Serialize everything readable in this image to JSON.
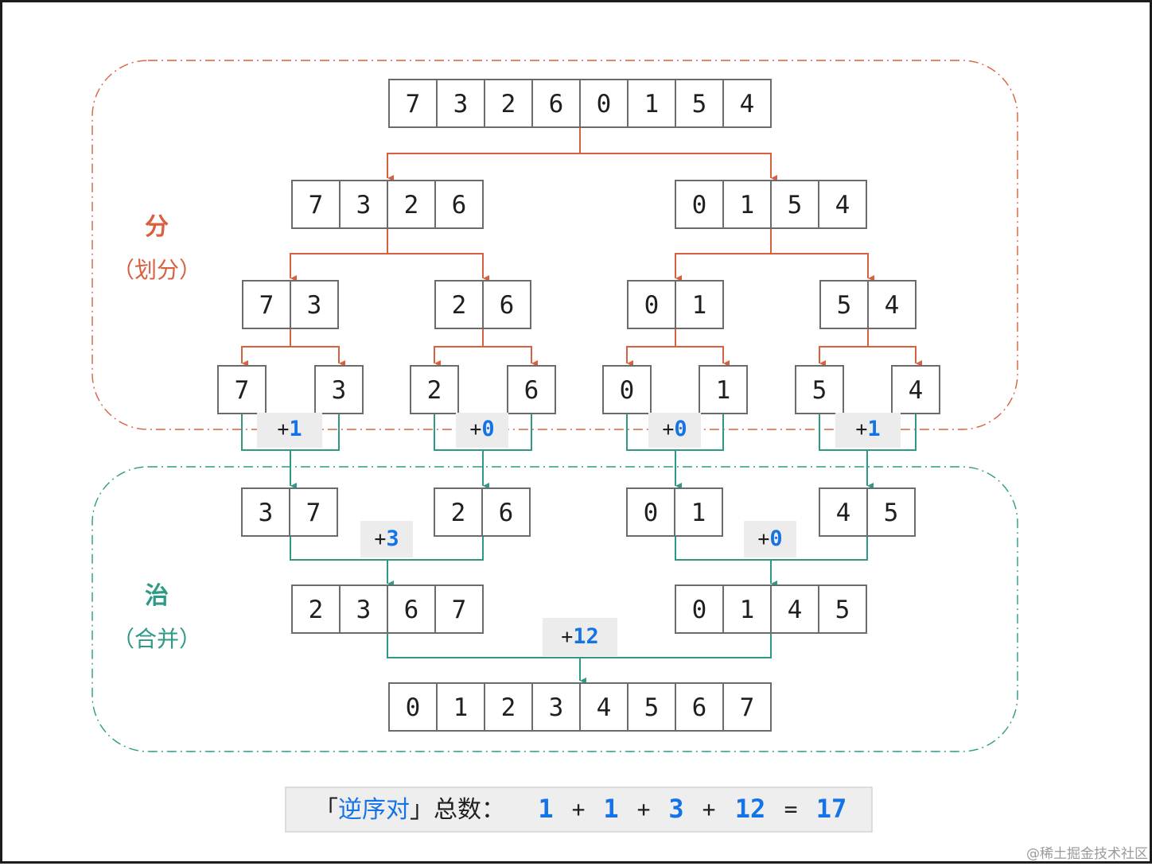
{
  "colors": {
    "divide": "#d9603f",
    "conquer": "#2e9a86",
    "highlight": "#1473e6",
    "cell_border": "#6b6b6b",
    "badge_bg": "#ececec",
    "summary_bg": "#eeeeee"
  },
  "phases": {
    "divide": {
      "title": "分",
      "subtitle": "（划分）"
    },
    "conquer": {
      "title": "治",
      "subtitle": "（合并）"
    }
  },
  "divide_rows": [
    {
      "arrays": [
        [
          "7",
          "3",
          "2",
          "6",
          "0",
          "1",
          "5",
          "4"
        ]
      ]
    },
    {
      "arrays": [
        [
          "7",
          "3",
          "2",
          "6"
        ],
        [
          "0",
          "1",
          "5",
          "4"
        ]
      ]
    },
    {
      "arrays": [
        [
          "7",
          "3"
        ],
        [
          "2",
          "6"
        ],
        [
          "0",
          "1"
        ],
        [
          "5",
          "4"
        ]
      ]
    },
    {
      "arrays": [
        [
          "7"
        ],
        [
          "3"
        ],
        [
          "2"
        ],
        [
          "6"
        ],
        [
          "0"
        ],
        [
          "1"
        ],
        [
          "5"
        ],
        [
          "4"
        ]
      ]
    }
  ],
  "merge_rows": [
    {
      "arrays": [
        [
          "3",
          "7"
        ],
        [
          "2",
          "6"
        ],
        [
          "0",
          "1"
        ],
        [
          "4",
          "5"
        ]
      ]
    },
    {
      "arrays": [
        [
          "2",
          "3",
          "6",
          "7"
        ],
        [
          "0",
          "1",
          "4",
          "5"
        ]
      ]
    },
    {
      "arrays": [
        [
          "0",
          "1",
          "2",
          "3",
          "4",
          "5",
          "6",
          "7"
        ]
      ]
    }
  ],
  "merge_counts": {
    "level1": [
      "1",
      "0",
      "0",
      "1"
    ],
    "level2": [
      "3",
      "0"
    ],
    "level3": [
      "12"
    ],
    "plus_sign": "+"
  },
  "summary": {
    "bracket_open": "「",
    "highlight_text": "逆序对",
    "bracket_close": "」",
    "label_rest": "总数：",
    "terms": [
      "1",
      "1",
      "3",
      "12"
    ],
    "plus": "+",
    "equals": "=",
    "total": "17"
  },
  "watermark": "@稀土掘金技术社区"
}
